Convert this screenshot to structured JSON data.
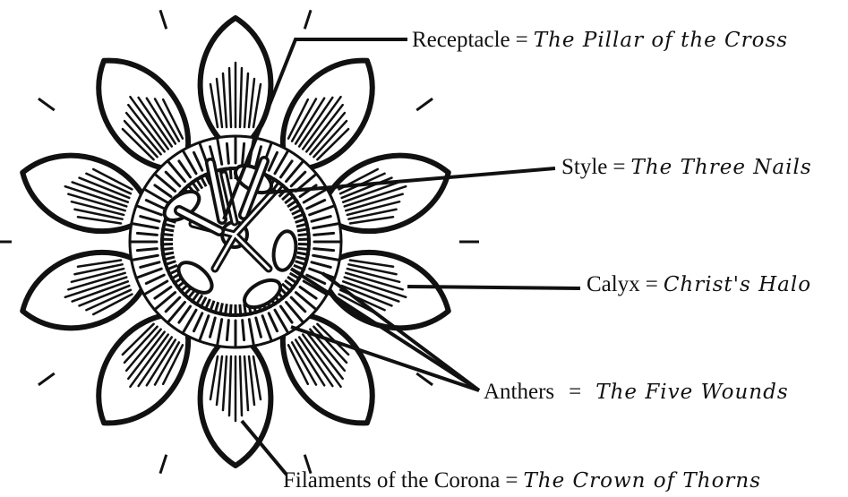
{
  "labels": {
    "receptacle": {
      "term": "Receptacle",
      "eq": "=",
      "meaning": "The Pillar of the Cross"
    },
    "style": {
      "term": "Style",
      "eq": "=",
      "meaning": "The Three Nails"
    },
    "calyx": {
      "term": "Calyx",
      "eq": "=",
      "meaning": "Christ's Halo"
    },
    "anthers": {
      "term": "Anthers",
      "eq": "=",
      "meaning": "The Five Wounds"
    },
    "filaments": {
      "term": "Filaments of the Corona",
      "eq": "=",
      "meaning": "The Crown of Thorns"
    }
  }
}
